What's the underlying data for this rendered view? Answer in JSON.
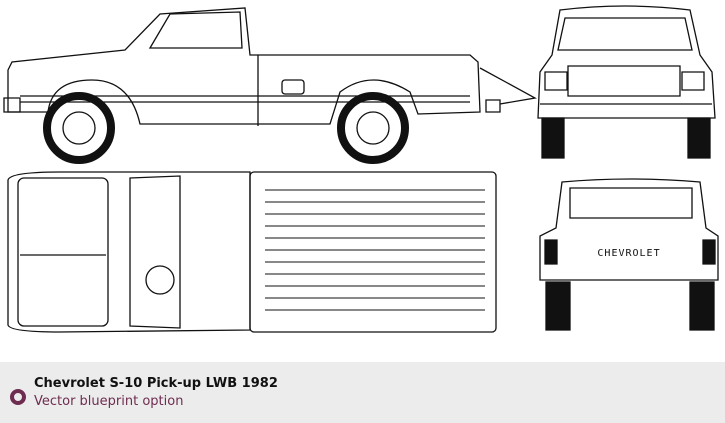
{
  "caption": {
    "title": "Chevrolet S-10 Pick-up LWB 1982",
    "subtitle": "Vector blueprint option"
  },
  "blueprint": {
    "rear_badge": "CHEVROLET"
  },
  "colors": {
    "accent": "#6e2d50",
    "caption_bg": "#ececec"
  }
}
